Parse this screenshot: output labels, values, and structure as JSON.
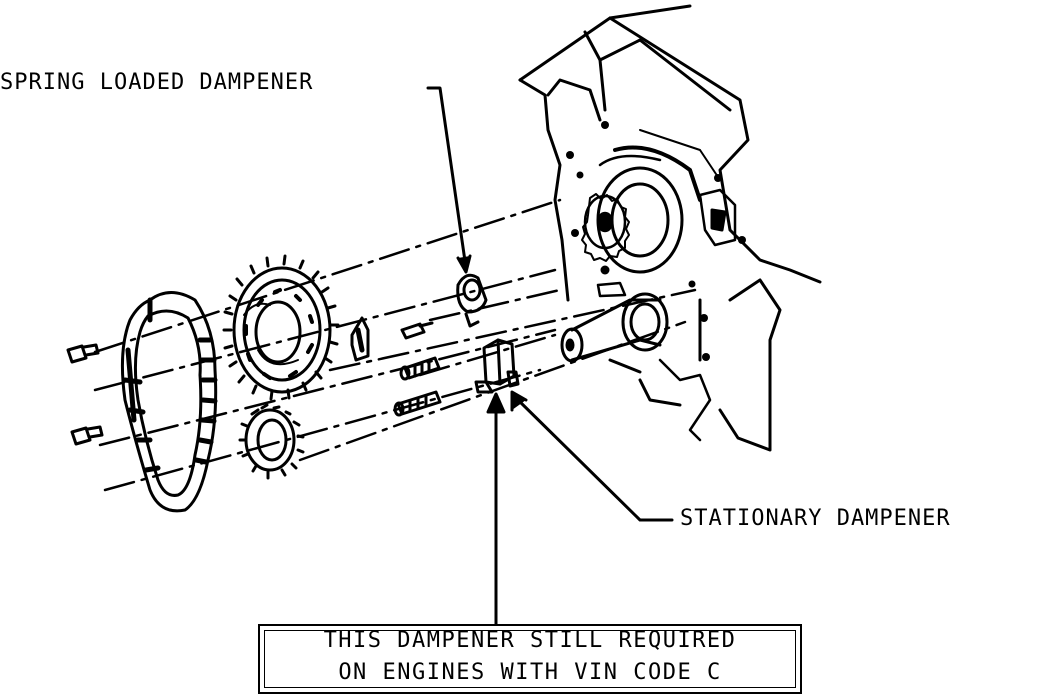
{
  "labels": {
    "spring_loaded": "SPRING LOADED DAMPENER",
    "stationary": "STATIONARY DAMPENER",
    "note_line1": "THIS DAMPENER STILL REQUIRED",
    "note_line2": "ON ENGINES WITH VIN CODE C"
  },
  "colors": {
    "ink": "#000000",
    "paper": "#ffffff"
  }
}
